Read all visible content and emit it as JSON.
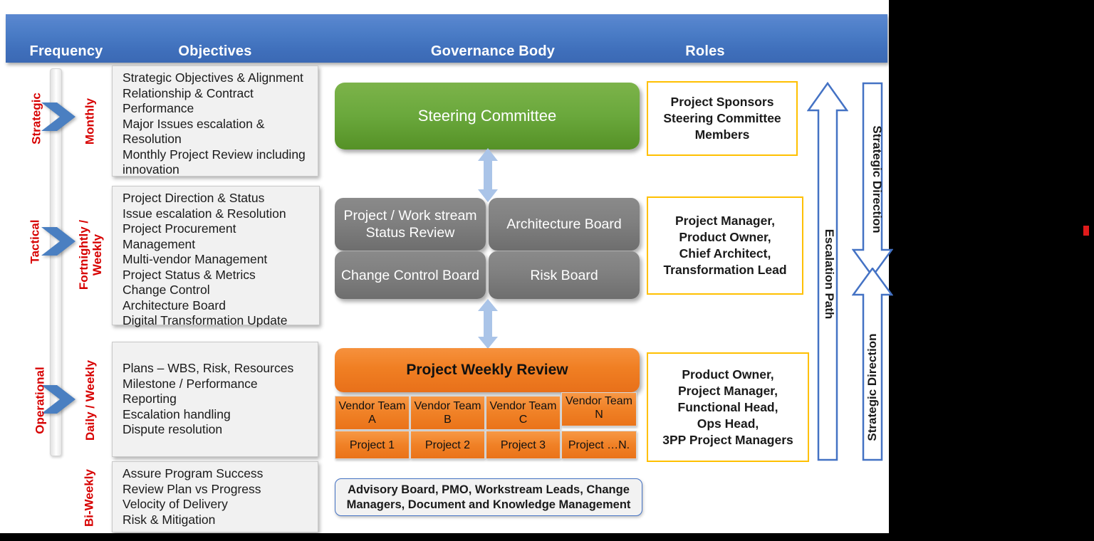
{
  "header": {
    "columns": [
      {
        "label": "Frequency"
      },
      {
        "label": "Objectives"
      },
      {
        "label": "Governance Body"
      },
      {
        "label": "Roles"
      }
    ]
  },
  "frequency": {
    "tiers": [
      {
        "tier_label": "Strategic",
        "cadence_label": "Monthly"
      },
      {
        "tier_label": "Tactical",
        "cadence_label": "Fortnightly / Weekly"
      },
      {
        "tier_label": "Operational",
        "cadence_label": "Daily / Weekly"
      }
    ],
    "extra_cadence_label": "Bi-Weekly"
  },
  "objectives": {
    "strategic": "Strategic Objectives & Alignment\nRelationship  & Contract Performance\nMajor Issues escalation & Resolution\nMonthly Project Review including innovation",
    "tactical": "Project Direction & Status\nIssue escalation & Resolution\nProject Procurement Management\nMulti-vendor Management\nProject Status & Metrics\nChange Control\nArchitecture Board\nDigital Transformation Update",
    "operational": "Plans – WBS, Risk, Resources\nMilestone / Performance Reporting\nEscalation handling\nDispute resolution",
    "biweekly": "Assure Program Success\nReview Plan vs Progress\nVelocity of Delivery\nRisk & Mitigation"
  },
  "governance": {
    "steering_committee": "Steering Committee",
    "tactical_boards": [
      "Project / Work stream Status Review",
      "Architecture Board",
      "Change Control Board",
      "Risk Board"
    ],
    "project_weekly_review": "Project Weekly Review",
    "vendor_teams": [
      "Vendor Team A",
      "Vendor Team B",
      "Vendor Team C",
      "Vendor Team N"
    ],
    "projects": [
      "Project 1",
      "Project 2",
      "Project 3",
      "Project …N."
    ],
    "advisory": "Advisory Board, PMO, Workstream Leads, Change Managers, Document and Knowledge Management"
  },
  "roles": {
    "strategic": "Project Sponsors\nSteering Committee Members",
    "tactical": "Project Manager,\nProduct Owner,\nChief Architect,\nTransformation Lead",
    "operational": "Product Owner,\nProject Manager,\nFunctional Head,\nOps Head,\n3PP Project Managers"
  },
  "flow_arrows": {
    "escalation_path": "Escalation Path",
    "strategic_direction_top": "Strategic Direction",
    "strategic_direction_bottom": "Strategic Direction"
  },
  "colors": {
    "header_blue": "#4a7cc6",
    "label_red": "#d70000",
    "steering_green": "#6aa83c",
    "board_gray": "#808080",
    "review_orange": "#f0801f",
    "roles_border_yellow": "#ffc000",
    "arrow_blue": "#4472c4",
    "light_arrow_blue": "#aac4e8"
  }
}
